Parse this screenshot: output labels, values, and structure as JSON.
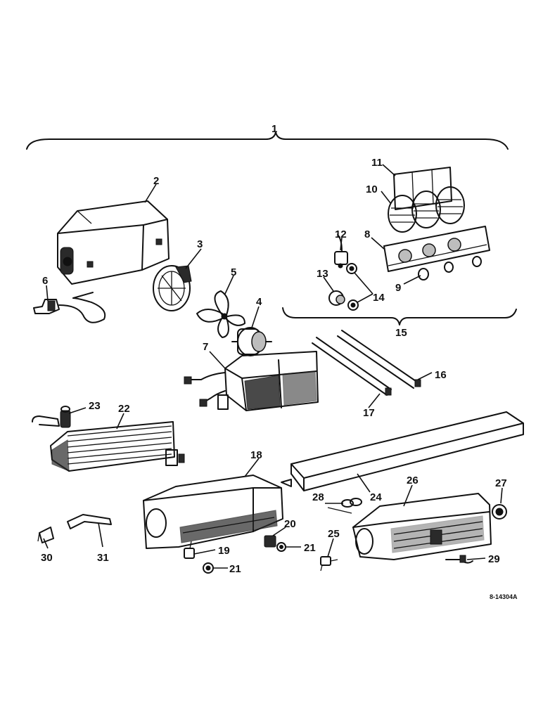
{
  "callouts": {
    "c1": "1",
    "c2": "2",
    "c3": "3",
    "c4": "4",
    "c5": "5",
    "c6": "6",
    "c7": "7",
    "c8": "8",
    "c9": "9",
    "c10": "10",
    "c11": "11",
    "c12": "12",
    "c13": "13",
    "c14": "14",
    "c15": "15",
    "c16": "16",
    "c17": "17",
    "c18": "18",
    "c19": "19",
    "c20": "20",
    "c21a": "21",
    "c21b": "21",
    "c22": "22",
    "c23": "23",
    "c24": "24",
    "c25": "25",
    "c26": "26",
    "c27": "27",
    "c28": "28",
    "c29": "29",
    "c30": "30",
    "c31": "31"
  },
  "reference_code": "8-14304A"
}
